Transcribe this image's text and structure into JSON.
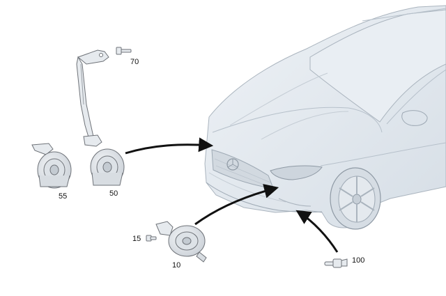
{
  "colors": {
    "part_fill": "#e6eaee",
    "part_stroke": "#6e7278",
    "car_fill": "#dfe6ed",
    "car_stroke": "#aab4be",
    "arrow": "#111111",
    "label_text": "#111111"
  },
  "parts": [
    {
      "id": "horn-bracket-70",
      "label": "70"
    },
    {
      "id": "horn-55",
      "label": "55"
    },
    {
      "id": "horn-50",
      "label": "50"
    },
    {
      "id": "bolt-15",
      "label": "15"
    },
    {
      "id": "horn-assembly-10",
      "label": "10"
    },
    {
      "id": "sensor-100",
      "label": "100"
    }
  ]
}
